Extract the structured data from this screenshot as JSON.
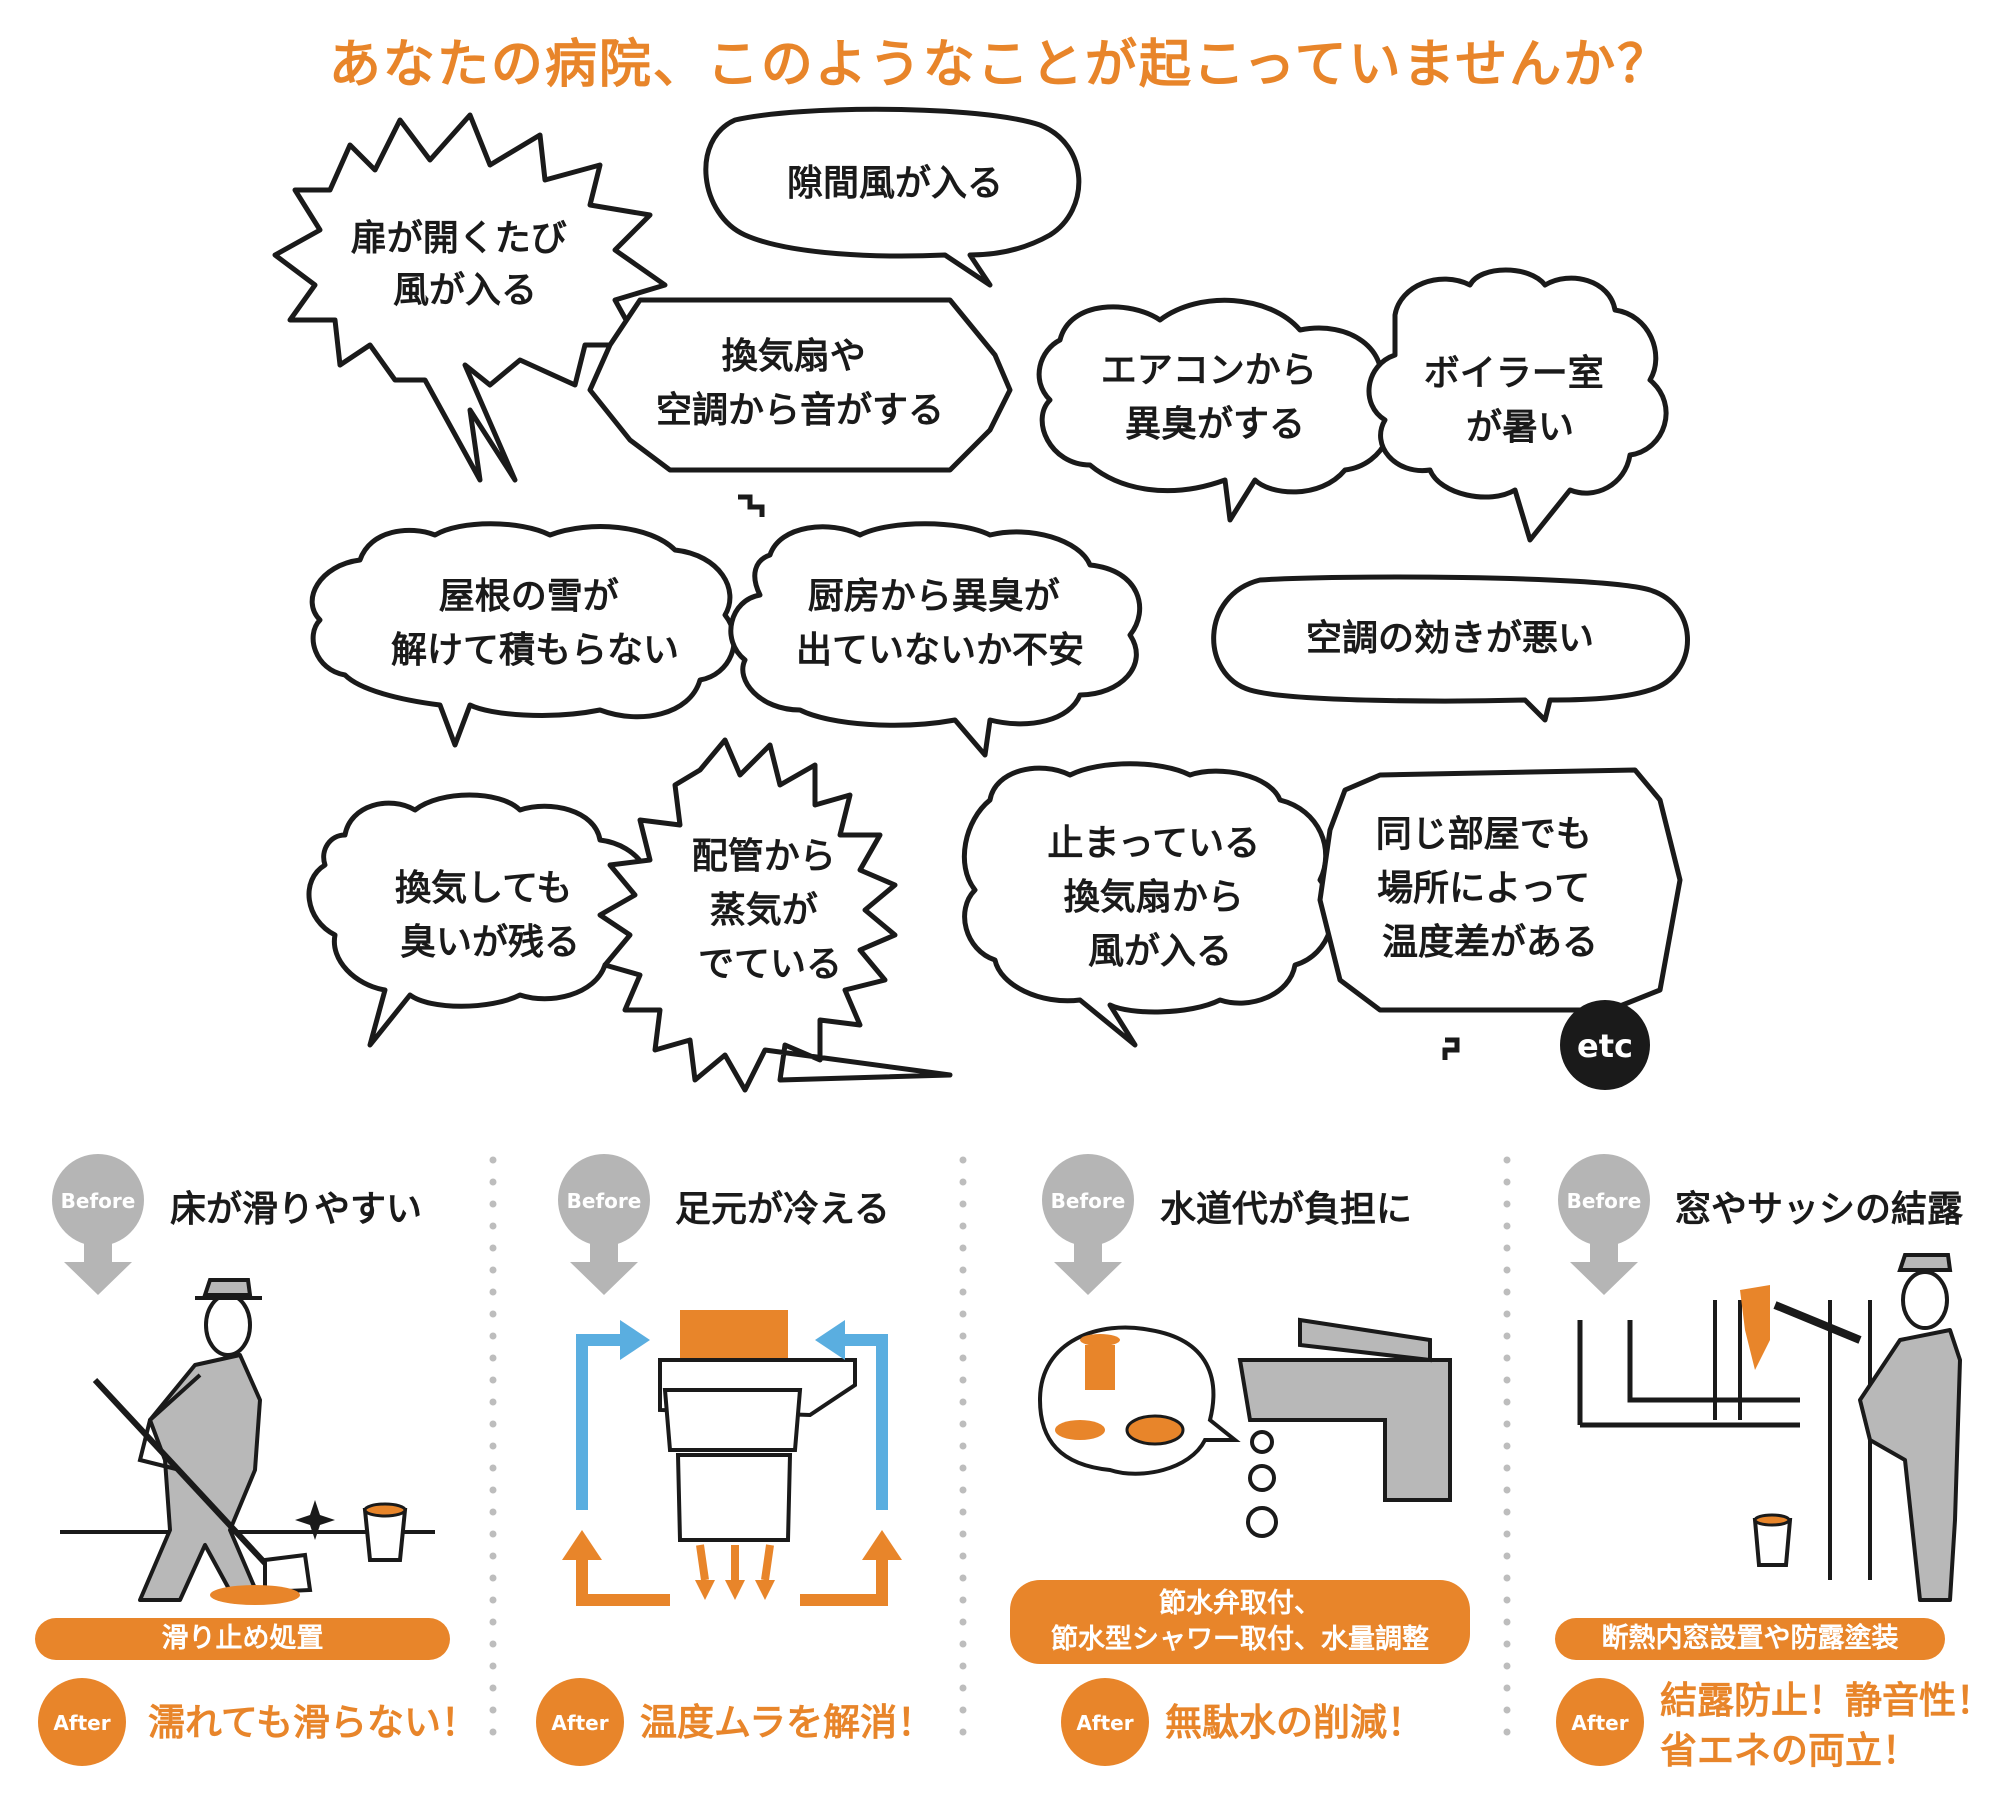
{
  "title": "あなたの病院、このようなことが起こっていませんか？",
  "bubbles": [
    {
      "lines": [
        "扉が開くたび",
        "風が入る"
      ]
    },
    {
      "lines": [
        "隙間風が入る"
      ]
    },
    {
      "lines": [
        "換気扇や",
        "空調から音がする"
      ]
    },
    {
      "lines": [
        "エアコンから",
        "異臭がする"
      ]
    },
    {
      "lines": [
        "ボイラー室",
        "が暑い"
      ]
    },
    {
      "lines": [
        "屋根の雪が",
        "解けて積もらない"
      ]
    },
    {
      "lines": [
        "厨房から異臭が",
        "出ていないか不安"
      ]
    },
    {
      "lines": [
        "空調の効きが悪い"
      ]
    },
    {
      "lines": [
        "換気しても",
        "臭いが残る"
      ]
    },
    {
      "lines": [
        "配管から",
        "蒸気が",
        "でている"
      ]
    },
    {
      "lines": [
        "止まっている",
        "換気扇から",
        "風が入る"
      ]
    },
    {
      "lines": [
        "同じ部屋でも",
        "場所によって",
        "温度差がある"
      ]
    }
  ],
  "etc_label": "etc",
  "before_label": "Before",
  "after_label": "After",
  "cases": [
    {
      "problem": "床が滑りやすい",
      "solution": [
        "滑り止め処置"
      ],
      "result": [
        "濡れても滑らない！"
      ]
    },
    {
      "problem": "足元が冷える",
      "solution": [],
      "result": [
        "温度ムラを解消！"
      ]
    },
    {
      "problem": "水道代が負担に",
      "solution": [
        "節水弁取付、",
        "節水型シャワー取付、水量調整"
      ],
      "result": [
        "無駄水の削減！"
      ]
    },
    {
      "problem": "窓やサッシの結露",
      "solution": [
        "断熱内窓設置や防露塗装"
      ],
      "result": [
        "結露防止！静音性！",
        "省エネの両立！"
      ]
    }
  ],
  "colors": {
    "accent": "#e8852a",
    "arrow_gray": "#b5b5b5",
    "figure_gray": "#b8b8b8",
    "blue": "#5aaee0",
    "ink": "#1a1a1a"
  }
}
